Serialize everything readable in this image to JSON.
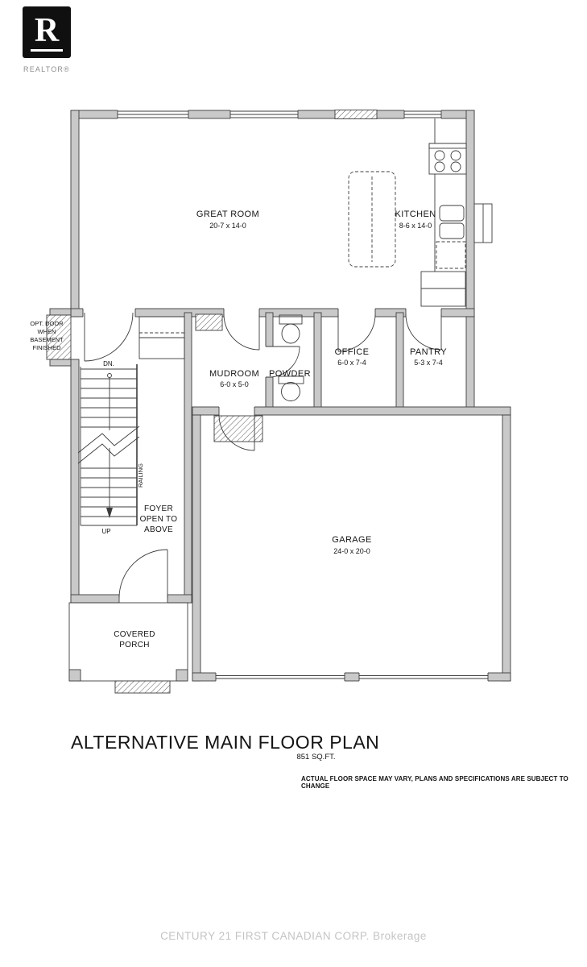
{
  "logo": {
    "letter": "R",
    "caption": "REALTOR®"
  },
  "rooms": {
    "great_room": {
      "name": "GREAT ROOM",
      "dims": "20-7 x 14-0"
    },
    "kitchen": {
      "name": "KITCHEN",
      "dims": "8-6 x 14-0"
    },
    "office": {
      "name": "OFFICE",
      "dims": "6-0 x 7-4"
    },
    "pantry": {
      "name": "PANTRY",
      "dims": "5-3 x 7-4"
    },
    "mudroom": {
      "name": "MUDROOM",
      "dims": "6-0 x 5-0"
    },
    "powder": {
      "name": "POWDER"
    },
    "garage": {
      "name": "GARAGE",
      "dims": "24-0 x 20-0"
    },
    "foyer": {
      "line1": "FOYER",
      "line2": "OPEN TO",
      "line3": "ABOVE"
    },
    "covered_porch": {
      "line1": "COVERED",
      "line2": "PORCH"
    }
  },
  "annotations": {
    "opt_door": {
      "line1": "OPT. DOOR",
      "line2": "WHEN",
      "line3": "BASEMENT",
      "line4": "FINISHED"
    },
    "down": "DN.",
    "up": "UP",
    "railing": "RAILING"
  },
  "footer": {
    "title": "ALTERNATIVE MAIN FLOOR PLAN",
    "area": "851 SQ.FT.",
    "disclaimer": "ACTUAL FLOOR SPACE MAY VARY, PLANS AND SPECIFICATIONS ARE SUBJECT TO CHANGE",
    "watermark": "CENTURY 21 FIRST CANADIAN CORP. Brokerage"
  },
  "colors": {
    "wall_fill": "#c9c9c9",
    "line": "#3c3c3c",
    "watermark_text": "#c4c4c4"
  }
}
